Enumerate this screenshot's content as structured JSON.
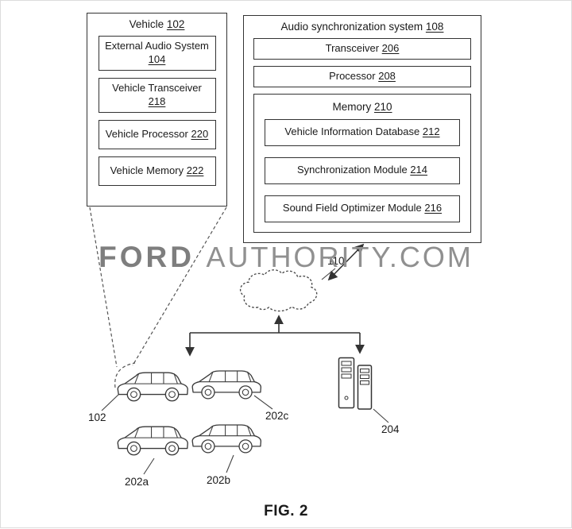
{
  "figure": {
    "label": "FIG. 2"
  },
  "watermark": {
    "brand": "FORD",
    "suffix": "AUTHORITY.COM"
  },
  "vehicle_box": {
    "title": "Vehicle",
    "ref": "102",
    "items": [
      {
        "label": "External Audio System",
        "ref": "104"
      },
      {
        "label": "Vehicle Transceiver",
        "ref": "218"
      },
      {
        "label": "Vehicle Processor",
        "ref": "220"
      },
      {
        "label": "Vehicle Memory",
        "ref": "222"
      }
    ]
  },
  "sync_box": {
    "title": "Audio synchronization system",
    "ref": "108",
    "items": [
      {
        "label": "Transceiver",
        "ref": "206"
      },
      {
        "label": "Processor",
        "ref": "208"
      }
    ],
    "memory_box": {
      "title": "Memory",
      "ref": "210",
      "items": [
        {
          "label": "Vehicle Information Database",
          "ref": "212"
        },
        {
          "label": "Synchronization Module",
          "ref": "214"
        },
        {
          "label": "Sound Field Optimizer Module",
          "ref": "216"
        }
      ]
    }
  },
  "labels": {
    "cloud": "110",
    "vehicle_callout": "102",
    "car_top_right": "202c",
    "car_bottom_left": "202a",
    "car_bottom_right": "202b",
    "servers": "204"
  }
}
